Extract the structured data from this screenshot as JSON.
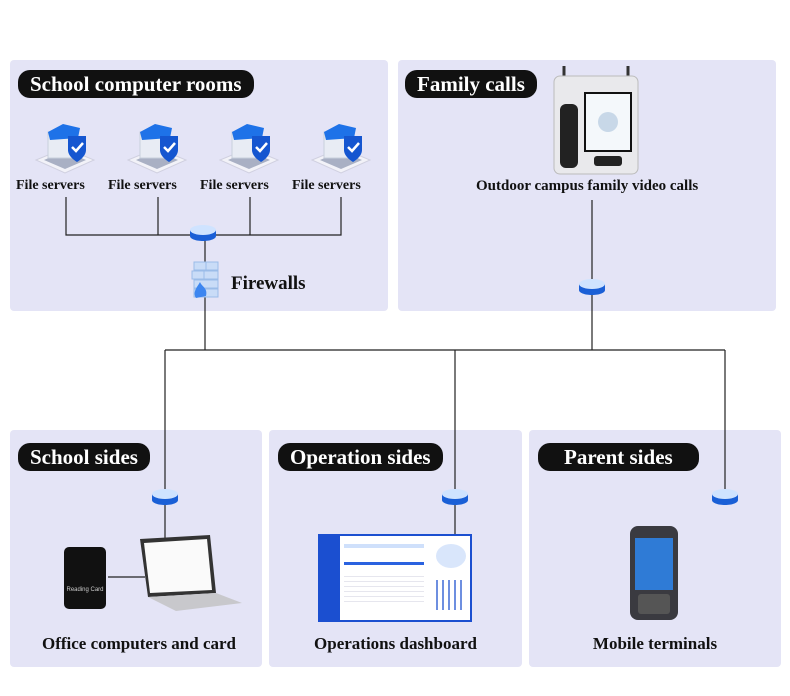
{
  "panels": {
    "computer_rooms": {
      "title": "School computer rooms",
      "servers": [
        "File servers",
        "File servers",
        "File servers",
        "File servers"
      ],
      "firewall": "Firewalls"
    },
    "family_calls": {
      "title": "Family calls",
      "device": "Outdoor campus family video calls"
    },
    "school_sides": {
      "title": "School sides",
      "caption": "Office computers and card",
      "card_text": "Reading Card"
    },
    "operation_sides": {
      "title": "Operation sides",
      "caption": "Operations dashboard"
    },
    "parent_sides": {
      "title": "Parent sides",
      "caption": "Mobile terminals"
    }
  },
  "colors": {
    "panel": "#e4e4f6",
    "pill": "#111111",
    "node_blue": "#1a5fd6",
    "node_light": "#cfe3ff"
  }
}
